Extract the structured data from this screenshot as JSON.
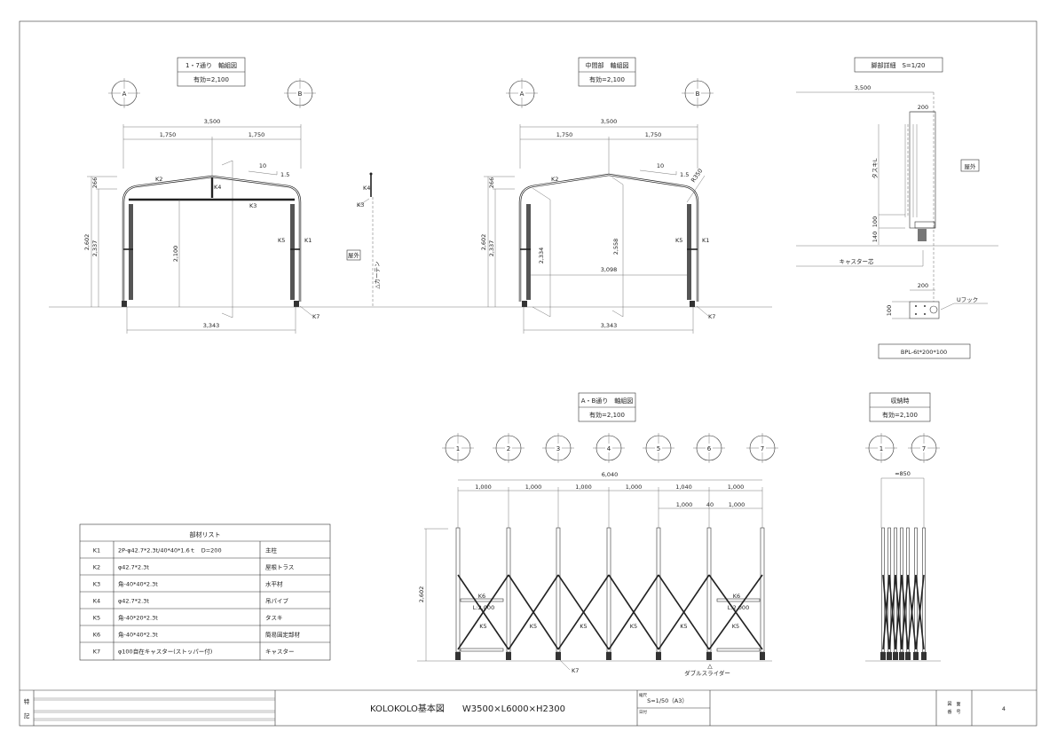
{
  "views": {
    "frame_1_7": {
      "title": "1・7通り　軸組図",
      "subtitle": "有効=2,100",
      "grid": [
        "A",
        "B"
      ],
      "dims": {
        "overall": "3,500",
        "half_left": "1,750",
        "half_right": "1,750",
        "height_total": "2,602",
        "height_eave": "2,337",
        "height_roof": "266",
        "clear_height": "2,100",
        "base": "3,343",
        "slope_run": "10",
        "slope_rise": "1.5"
      },
      "labels": {
        "k2": "K2",
        "k4": "K4",
        "k3": "K3",
        "k5": "K5",
        "k1": "K1",
        "k7": "K7"
      },
      "side": {
        "k4": "K4",
        "k3": "K3",
        "outside": "屋外",
        "curtain": "△カーテン"
      }
    },
    "frame_middle": {
      "title": "中間部　軸組図",
      "subtitle": "有効=2,100",
      "grid": [
        "A",
        "B"
      ],
      "dims": {
        "overall": "3,500",
        "half_left": "1,750",
        "half_right": "1,750",
        "height_total": "2,602",
        "height_eave": "2,337",
        "height_roof": "266",
        "inner_left": "2,334",
        "inner_center": "2,558",
        "inner_width": "3,098",
        "base": "3,343",
        "slope_run": "10",
        "slope_rise": "1.5",
        "radius": "R350"
      },
      "labels": {
        "k2": "K2",
        "k5": "K5",
        "k1": "K1",
        "k7": "K7"
      }
    },
    "leg_detail": {
      "title": "脚部詳細　S=1/20",
      "dims": {
        "width": "3,500",
        "col": "200",
        "brace": "タスキL",
        "d100": "100",
        "d140": "140",
        "plate_w": "200",
        "plate_h": "100"
      },
      "labels": {
        "outside": "屋外",
        "caster": "キャスター芯",
        "hook": "Uフック",
        "plate": "BPL-6t*200*100"
      }
    },
    "frame_ab": {
      "title": "A・B通り　軸組図",
      "subtitle": "有効=2,100",
      "grid": [
        "1",
        "2",
        "3",
        "4",
        "5",
        "6",
        "7"
      ],
      "dims": {
        "overall": "6,040",
        "bays": [
          "1,000",
          "1,000",
          "1,000",
          "1,000",
          "1,040",
          "1,000"
        ],
        "sub": [
          "1,000",
          "40",
          "1,000"
        ],
        "height": "2,602"
      },
      "labels": {
        "k6_left": "K6",
        "l_left": "L:2,000",
        "k6_right": "K6",
        "l_right": "L:2,000",
        "k5": [
          "K5",
          "K5",
          "K5",
          "K5",
          "K5",
          "K5"
        ],
        "k7": "K7",
        "slider": "△",
        "slider_label": "ダブルスライダー"
      }
    },
    "stored": {
      "title": "収納時",
      "subtitle": "有効=2,100",
      "grid": [
        "1",
        "7"
      ],
      "dims": {
        "width": "≈850"
      }
    }
  },
  "parts_list": {
    "title": "部材リスト",
    "rows": [
      {
        "code": "K1",
        "spec": "2P-φ42.7*2.3t/40*40*1.6ｔ　D=200",
        "name": "主柱"
      },
      {
        "code": "K2",
        "spec": "φ42.7*2.3t",
        "name": "屋根トラス"
      },
      {
        "code": "K3",
        "spec": "角-40*40*2.3t",
        "name": "水平材"
      },
      {
        "code": "K4",
        "spec": "φ42.7*2.3t",
        "name": "吊パイプ"
      },
      {
        "code": "K5",
        "spec": "角-40*20*2.3t",
        "name": "タスキ"
      },
      {
        "code": "K6",
        "spec": "角-40*40*2.3t",
        "name": "簡易固定部材"
      },
      {
        "code": "K7",
        "spec": "φ100自在キャスター(ストッパー付)",
        "name": "キャスター"
      }
    ]
  },
  "title_block": {
    "notes_label_1": "特",
    "notes_label_2": "記",
    "drawing_title": "KOLOKOLO基本図　　W3500×L6000×H2300",
    "scale_label": "縮尺",
    "scale": "S=1/50（A3）",
    "date_label": "日付",
    "drawing_no_label_1": "図　面",
    "drawing_no_label_2": "番　号",
    "drawing_no": "4"
  }
}
